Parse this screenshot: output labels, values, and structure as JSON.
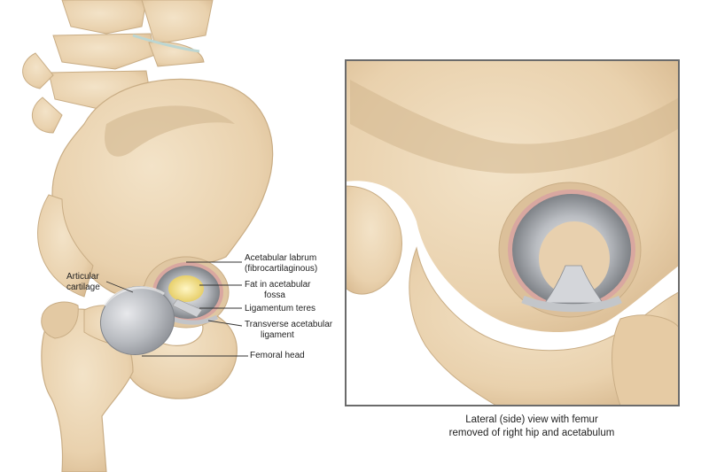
{
  "labels": {
    "acetabular_labrum": [
      "Acetabular labrum",
      "(fibrocartilaginous)"
    ],
    "fat_in_fossa": [
      "Fat in acetabular",
      "fossa"
    ],
    "ligamentum_teres": "Ligamentum teres",
    "transverse_ligament": [
      "Transverse acetabular",
      "ligament"
    ],
    "femoral_head": "Femoral head",
    "articular_cartilage": [
      "Articular",
      "cartilage"
    ]
  },
  "caption": [
    "Lateral (side) view with femur",
    "removed of right hip and acetabulum"
  ],
  "colors": {
    "bone": "#ecd6b6",
    "bone_shadow": "#d2b78e",
    "cartilage": "#c9cbd0",
    "labrum": "#d9a7a0",
    "fat": "#f3e08a",
    "frame": "#6b6b6b"
  }
}
